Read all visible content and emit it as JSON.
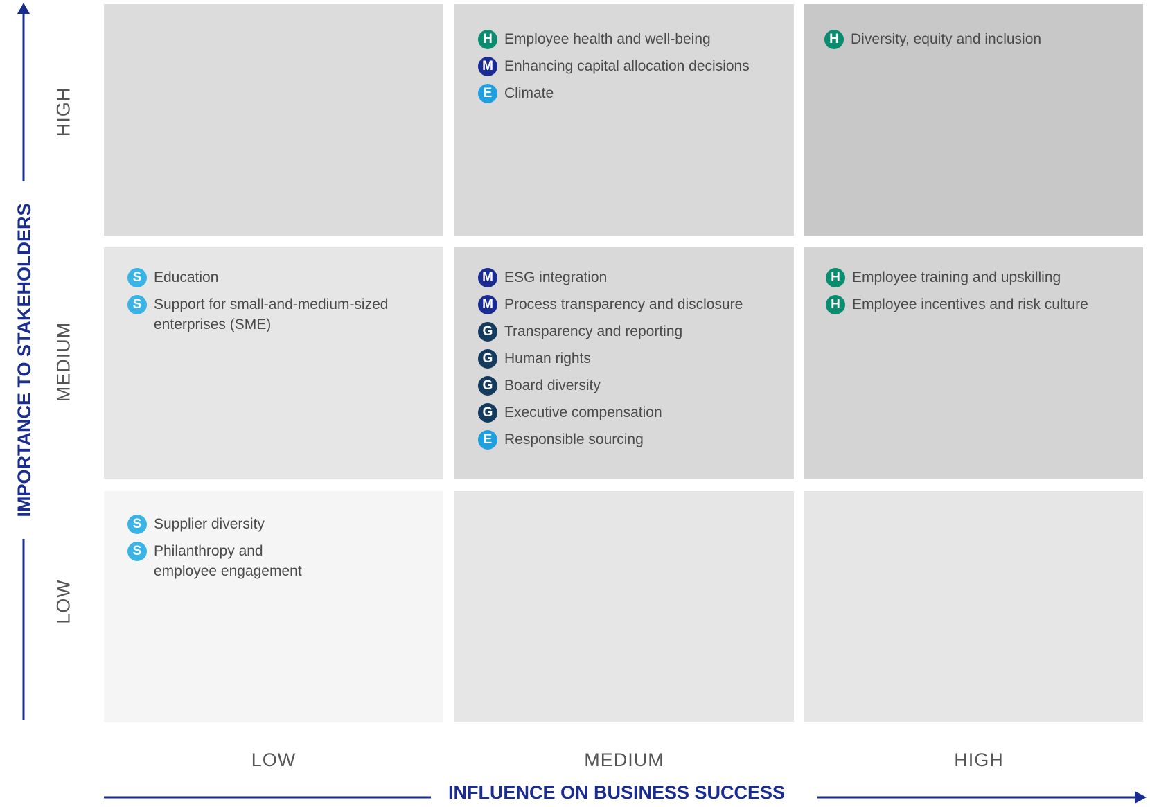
{
  "axes": {
    "x_title": "INFLUENCE ON BUSINESS SUCCESS",
    "y_title": "IMPORTANCE TO STAKEHOLDERS",
    "x_levels": [
      "LOW",
      "MEDIUM",
      "HIGH"
    ],
    "y_levels": [
      "HIGH",
      "MEDIUM",
      "LOW"
    ]
  },
  "colors": {
    "axis": "#1a2c8f",
    "badge_H": "#0a8c6e",
    "badge_M": "#1a2b94",
    "badge_E": "#1e9fe0",
    "badge_G": "#143a5e",
    "badge_S": "#3ab4e6"
  },
  "matrix": {
    "high_low": {
      "items": []
    },
    "high_medium": {
      "items": [
        {
          "badge": "H",
          "label": "Employee health and well-being"
        },
        {
          "badge": "M",
          "label": "Enhancing capital allocation decisions"
        },
        {
          "badge": "E",
          "label": "Climate"
        }
      ]
    },
    "high_high": {
      "items": [
        {
          "badge": "H",
          "label": "Diversity, equity and inclusion"
        }
      ]
    },
    "medium_low": {
      "items": [
        {
          "badge": "S",
          "label": "Education"
        },
        {
          "badge": "S",
          "label": "Support for small-and-medium-sized enterprises (SME)"
        }
      ]
    },
    "medium_medium": {
      "items": [
        {
          "badge": "M",
          "label": "ESG integration"
        },
        {
          "badge": "M",
          "label": "Process transparency and disclosure"
        },
        {
          "badge": "G",
          "label": "Transparency and reporting"
        },
        {
          "badge": "G",
          "label": "Human rights"
        },
        {
          "badge": "G",
          "label": "Board diversity"
        },
        {
          "badge": "G",
          "label": "Executive compensation"
        },
        {
          "badge": "E",
          "label": "Responsible sourcing"
        }
      ]
    },
    "medium_high": {
      "items": [
        {
          "badge": "H",
          "label": "Employee training and upskilling"
        },
        {
          "badge": "H",
          "label": "Employee incentives and risk culture"
        }
      ]
    },
    "low_low": {
      "items": [
        {
          "badge": "S",
          "label": "Supplier diversity"
        },
        {
          "badge": "S",
          "label": "Philanthropy and employee engagement"
        }
      ]
    },
    "low_medium": {
      "items": []
    },
    "low_high": {
      "items": []
    }
  }
}
